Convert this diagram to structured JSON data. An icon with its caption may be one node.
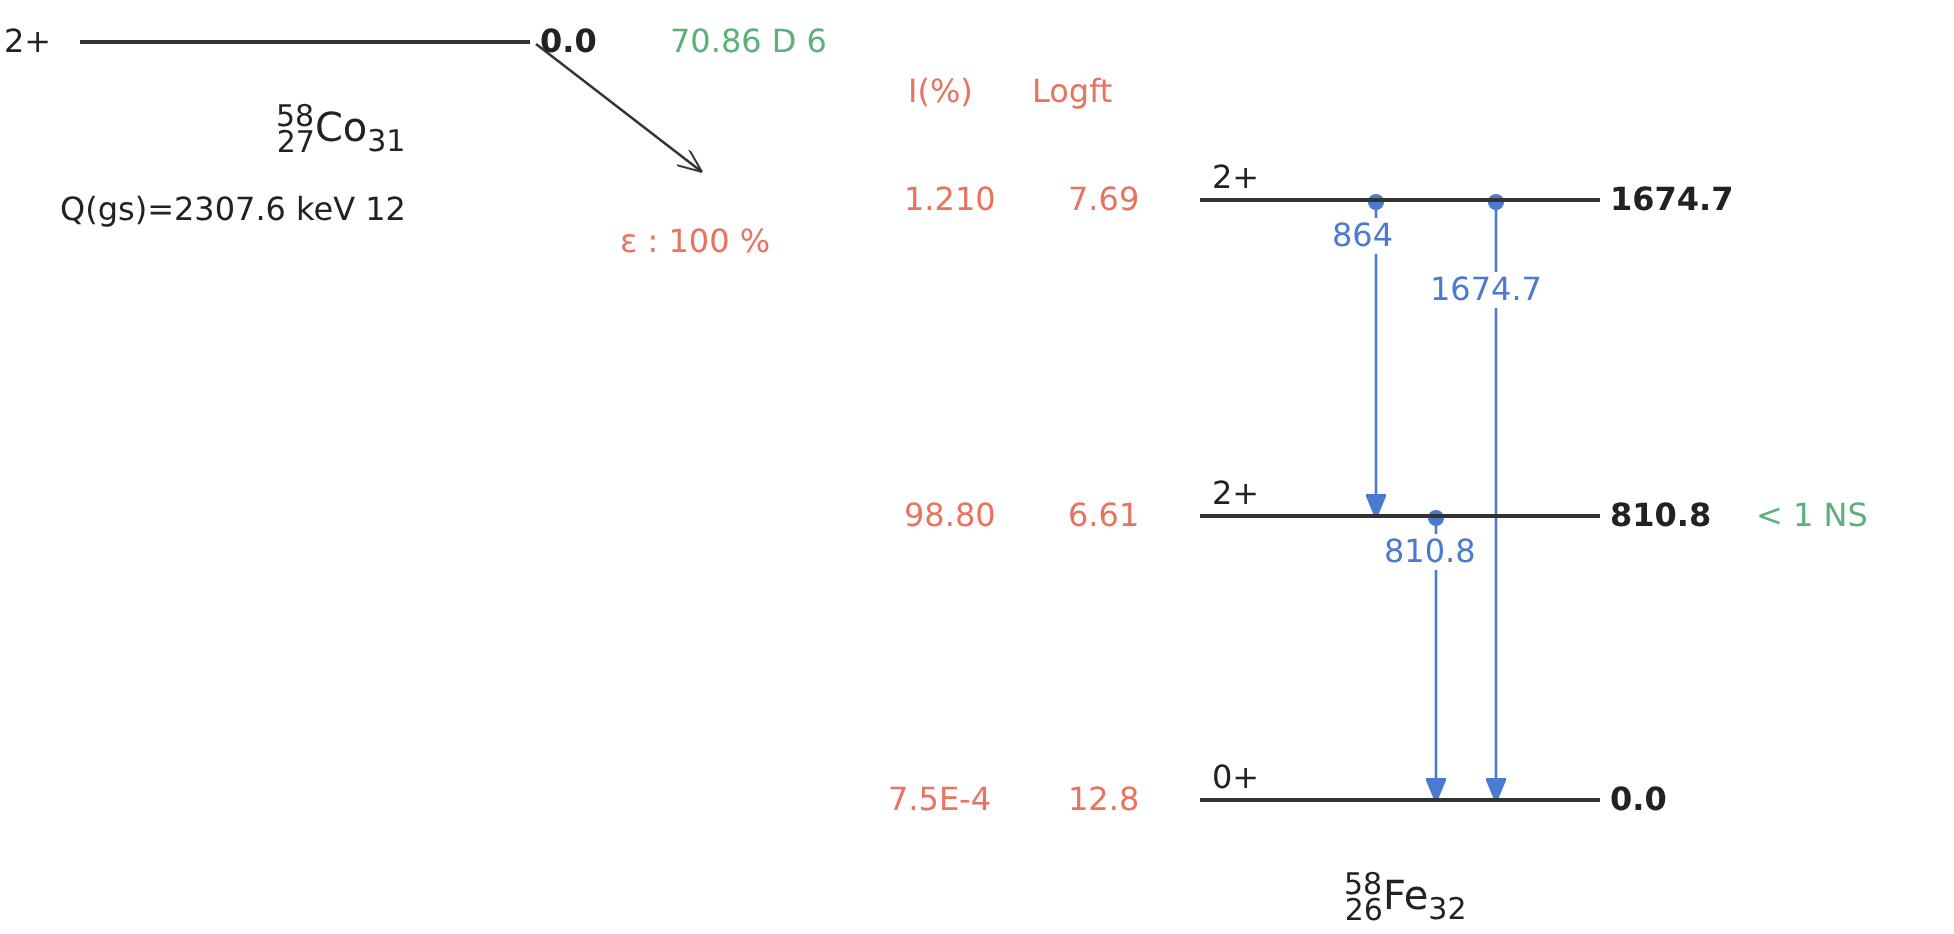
{
  "diagram": {
    "nodes": [
      {
        "text": [
          "2+",
          "0.0"
        ],
        "beside": [
          "70.86 D 6"
        ]
      },
      {
        "text": [
          "2+",
          "1674.7"
        ],
        "beside": [
          "1.210",
          "7.69"
        ]
      },
      {
        "text": [
          "2+",
          "810.8"
        ],
        "beside": [
          "98.80",
          "6.61"
        ]
      },
      {
        "text": [
          "0+",
          "0.0"
        ],
        "beside": [
          "7.5E-4",
          "12.8"
        ]
      }
    ],
    "edges": [
      {
        "from": 0,
        "to": null,
        "arrow": "to",
        "color": "#333333"
      },
      {
        "from": 1,
        "to": 2,
        "arrow": "to",
        "label": "864"
      },
      {
        "from": 1,
        "to": 3,
        "arrow": "to",
        "label": "1674.7"
      },
      {
        "from": 2,
        "to": 3,
        "arrow": "to",
        "label": "810.8"
      }
    ],
    "labels": [
      "$^{58}$$_{27}$Co$_{31}$",
      "I(%)",
      "Logft",
      "Q(gs)=2307.6 keV 12",
      "ε : 100 %",
      "< 1 NS",
      "$^{58}$$_{26}$Fe$_{32}$"
    ]
  }
}
